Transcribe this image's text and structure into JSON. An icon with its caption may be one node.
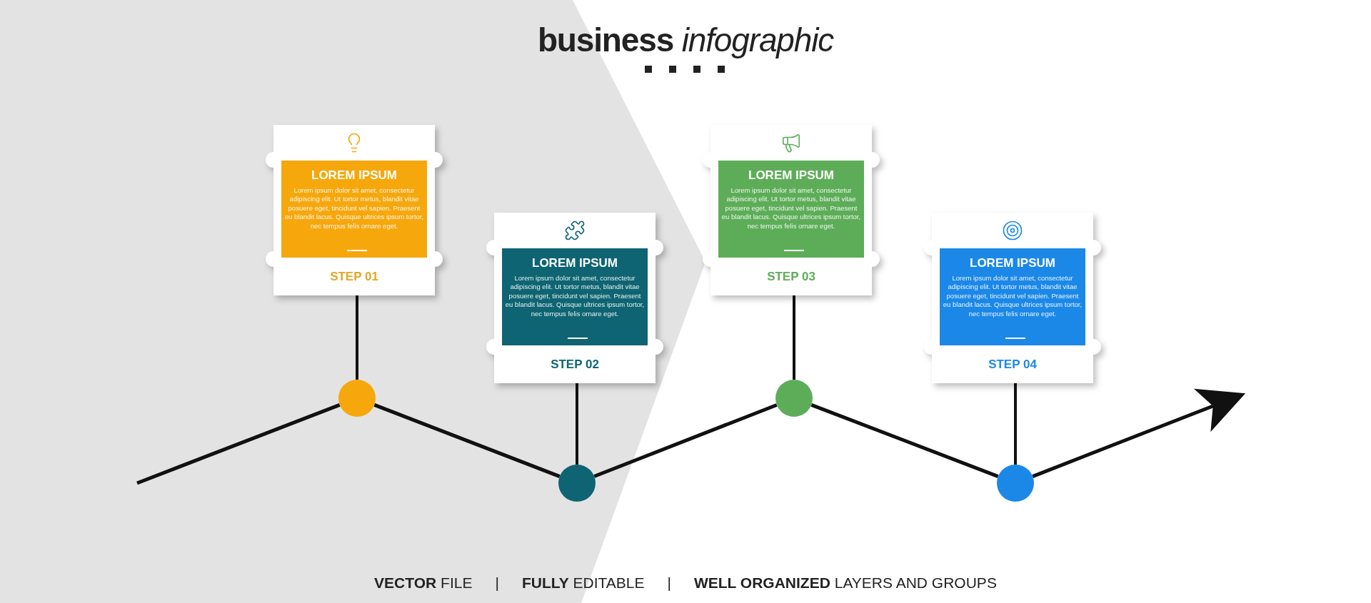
{
  "diagram": {
    "title": "**business** *infographic*",
    "nodes": [
      {
        "text": [
          "LOREM IPSUM",
          "Lorem ipsum dolor sit amet, consectetur adipiscing elit. Ut tortor metus, blandit vitae posuere eget, tincidunt vel sapien. Praesent eu blandit lacus. Quisque ultrices ipsum tortor, nec tempus felis ornare eget.",
          "STEP 01"
        ]
      },
      {
        "text": [
          "LOREM IPSUM",
          "Lorem ipsum dolor sit amet, consectetur adipiscing elit. Ut tortor metus, blandit vitae posuere eget, tincidunt vel sapien. Praesent eu blandit lacus. Quisque ultrices ipsum tortor, nec tempus felis ornare eget.",
          "STEP 02"
        ]
      },
      {
        "text": [
          "LOREM IPSUM",
          "Lorem ipsum dolor sit amet, consectetur adipiscing elit. Ut tortor metus, blandit vitae posuere eget, tincidunt vel sapien. Praesent eu blandit lacus. Quisque ultrices ipsum tortor, nec tempus felis ornare eget.",
          "STEP 03"
        ]
      },
      {
        "text": [
          "LOREM IPSUM",
          "Lorem ipsum dolor sit amet, consectetur adipiscing elit. Ut tortor metus, blandit vitae posuere eget, tincidunt vel sapien. Praesent eu blandit lacus. Quisque ultrices ipsum tortor, nec tempus felis ornare eget.",
          "STEP 04"
        ]
      },
      {
        "text": [],
        "shape": "circle"
      },
      {
        "text": [],
        "shape": "circle"
      },
      {
        "text": [],
        "shape": "circle"
      },
      {
        "text": [],
        "shape": "circle"
      }
    ],
    "edges": [
      {
        "from": 0,
        "to": 4,
        "arrow": "none"
      },
      {
        "from": 1,
        "to": 5,
        "arrow": "none"
      },
      {
        "from": 2,
        "to": 6,
        "arrow": "none"
      },
      {
        "from": 3,
        "to": 7,
        "arrow": "none"
      },
      {
        "from": null,
        "to": 4,
        "arrow": "none"
      },
      {
        "from": 4,
        "to": 5,
        "arrow": "none"
      },
      {
        "from": 5,
        "to": 6,
        "arrow": "none"
      },
      {
        "from": 6,
        "to": 7,
        "arrow": "none"
      },
      {
        "from": 7,
        "to": null,
        "arrow": "to"
      }
    ],
    "labels": [
      "**VECTOR** FILE",
      "|",
      "**FULLY** EDITABLE",
      "|",
      "**WELL ORGANIZED** LAYERS AND GROUPS"
    ]
  }
}
